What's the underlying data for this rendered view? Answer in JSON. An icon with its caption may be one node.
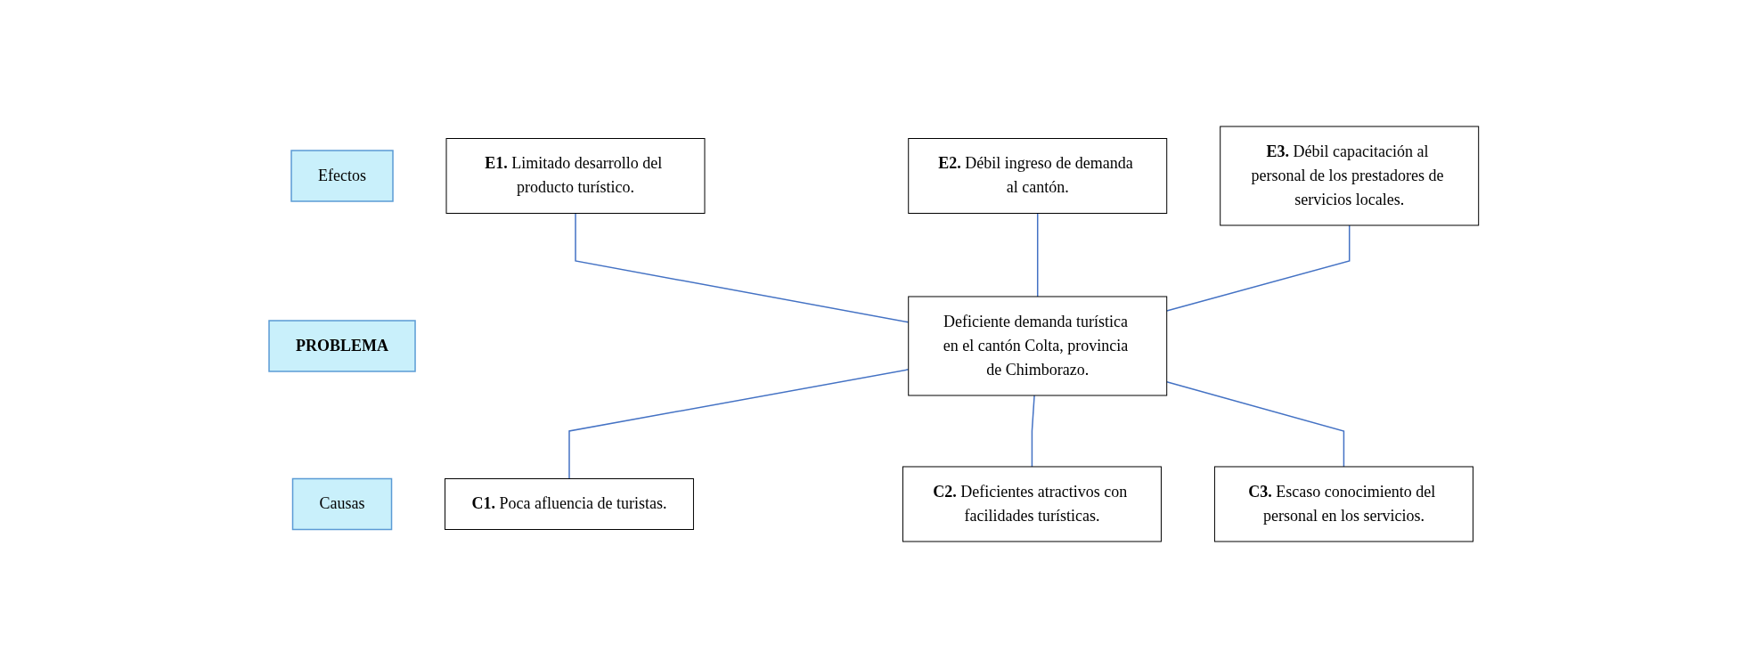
{
  "diagram": {
    "nodes": [
      {
        "text": [
          "Efectos"
        ]
      },
      {
        "text": [
          "**E1.** Limitado desarrollo del producto turístico."
        ]
      },
      {
        "text": [
          "**E2.** Débil ingreso de demanda al cantón."
        ]
      },
      {
        "text": [
          "**E3.** Débil capacitación al personal de los prestadores de servicios locales."
        ]
      },
      {
        "text": [
          "PROBLEMA"
        ]
      },
      {
        "text": [
          "Deficiente demanda turística en el cantón Colta, provincia de Chimborazo."
        ]
      },
      {
        "text": [
          "Causas"
        ]
      },
      {
        "text": [
          "**C1.** Poca afluencia de turistas."
        ]
      },
      {
        "text": [
          "**C2.** Deficientes atractivos con facilidades turísticas."
        ]
      },
      {
        "text": [
          "**C3.** Escaso conocimiento del personal en los servicios."
        ]
      }
    ],
    "edges": [
      {
        "from": 1,
        "to": 5,
        "arrow": "none"
      },
      {
        "from": 2,
        "to": 5,
        "arrow": "none"
      },
      {
        "from": 3,
        "to": 5,
        "arrow": "none"
      },
      {
        "from": 5,
        "to": 7,
        "arrow": "none"
      },
      {
        "from": 5,
        "to": 8,
        "arrow": "none"
      },
      {
        "from": 5,
        "to": 9,
        "arrow": "none"
      }
    ]
  }
}
